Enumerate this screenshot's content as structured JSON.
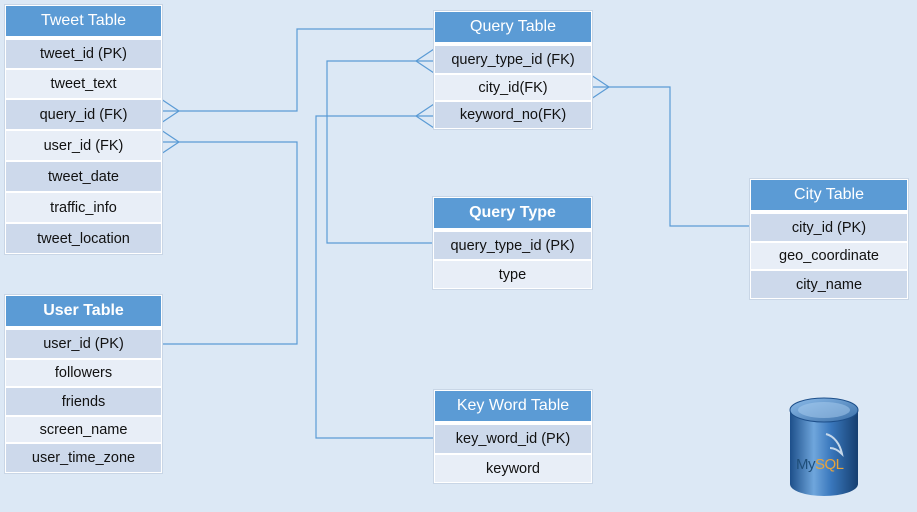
{
  "tables": {
    "tweet": {
      "title": "Tweet Table",
      "fields": [
        "tweet_id (PK)",
        "tweet_text",
        "query_id (FK)",
        "user_id (FK)",
        "tweet_date",
        "traffic_info",
        "tweet_location"
      ]
    },
    "user": {
      "title": "User Table",
      "fields": [
        "user_id (PK)",
        "followers",
        "friends",
        "screen_name",
        "user_time_zone"
      ]
    },
    "query": {
      "title": "Query Table",
      "fields": [
        "query_type_id (FK)",
        "city_id(FK)",
        "keyword_no(FK)"
      ]
    },
    "query_type": {
      "title": "Query Type",
      "fields": [
        "query_type_id (PK)",
        "type"
      ]
    },
    "keyword": {
      "title": "Key Word Table",
      "fields": [
        "key_word_id (PK)",
        "keyword"
      ]
    },
    "city": {
      "title": "City Table",
      "fields": [
        "city_id (PK)",
        "geo_coordinate",
        "city_name"
      ]
    }
  },
  "logo": {
    "name": "mysql-logo",
    "text_my": "My",
    "text_sql": "SQL"
  },
  "colors": {
    "header": "#5b9bd5",
    "row_dark": "#cdd9eb",
    "row_light": "#e8eef7",
    "line": "#5b9bd5",
    "background": "#dce8f5"
  }
}
